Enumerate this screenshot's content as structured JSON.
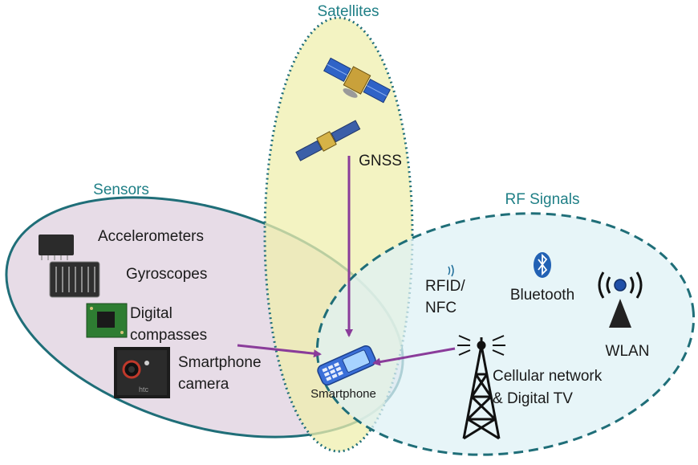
{
  "groups": {
    "satellites": "Satellites",
    "sensors": "Sensors",
    "rf": "RF Signals"
  },
  "sensors": {
    "accelerometers": "Accelerometers",
    "gyroscopes": "Gyroscopes",
    "compass_line1": "Digital",
    "compass_line2": "compasses",
    "camera_line1": "Smartphone",
    "camera_line2": "camera",
    "phone_brand": "htc"
  },
  "satellites_content": {
    "gnss": "GNSS"
  },
  "rf_content": {
    "rfid_line1": "RFID/",
    "rfid_line2": "NFC",
    "bluetooth": "Bluetooth",
    "wlan": "WLAN",
    "cellular_line1": "Cellular network",
    "cellular_line2": "& Digital TV"
  },
  "center": {
    "smartphone": "Smartphone"
  },
  "colors": {
    "sensors_fill": "#e3d6e3",
    "satellites_fill": "#efefad",
    "rf_fill": "#dff1f6",
    "outline": "#1f6e78",
    "arrow": "#8a3c9a",
    "title": "#1f7f86"
  }
}
